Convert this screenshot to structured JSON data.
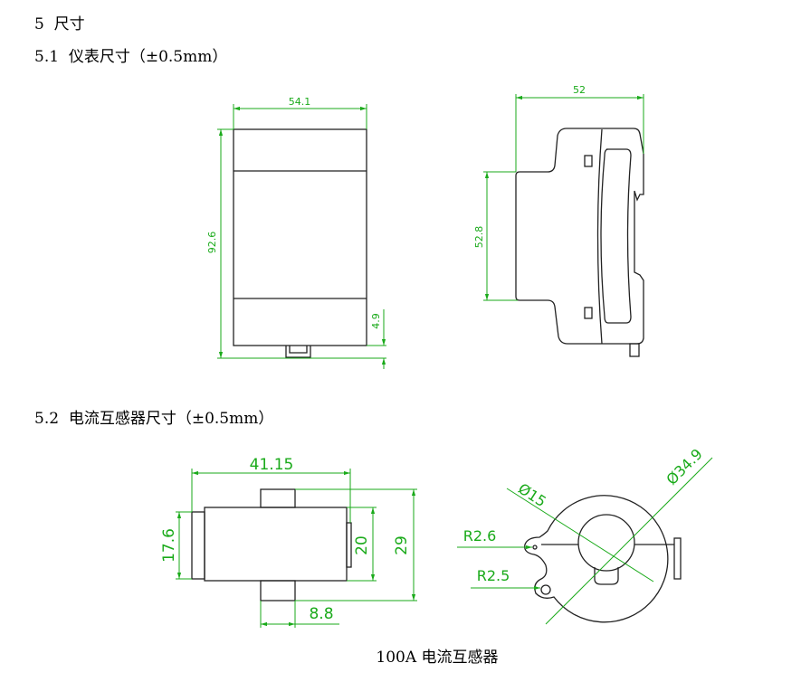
{
  "headings": {
    "section": "5  尺寸",
    "meter": "5.1  仪表尺寸（±0.5mm）",
    "ct": "5.2  电流互感器尺寸（±0.5mm）"
  },
  "meter_front": {
    "width": "54.1",
    "height": "92.6",
    "rail_offset": "4.9"
  },
  "meter_side": {
    "depth": "52",
    "rail_height": "52.8"
  },
  "ct_side": {
    "length": "41.15",
    "flange": "17.6",
    "body": "20",
    "total": "29",
    "tab": "8.8"
  },
  "ct_front": {
    "inner_dia": "Ø15",
    "outer_dia": "Ø34.9",
    "r1": "R2.6",
    "r2": "R2.5"
  },
  "caption": "100A 电流互感器",
  "colors": {
    "dimension": "#1aaa1a",
    "outline": "#222222"
  }
}
